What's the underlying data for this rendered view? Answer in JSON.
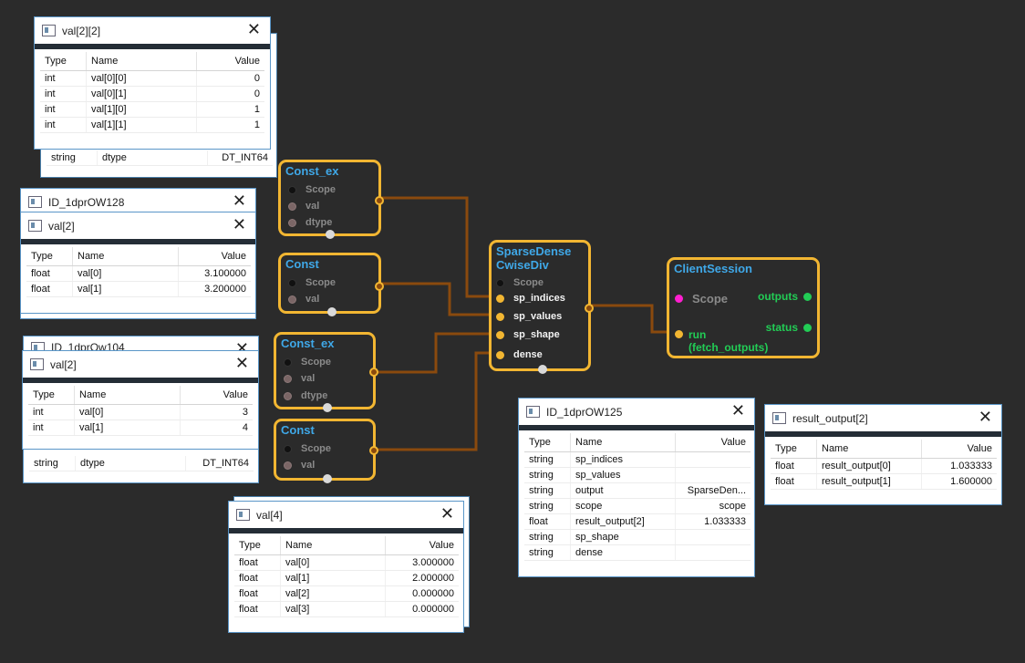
{
  "windows": {
    "w1": {
      "title": "val[2][2]",
      "headers": [
        "Type",
        "Name",
        "Value"
      ],
      "rows": [
        [
          "int",
          "val[0][0]",
          "0"
        ],
        [
          "int",
          "val[0][1]",
          "0"
        ],
        [
          "int",
          "val[1][0]",
          "1"
        ],
        [
          "int",
          "val[1][1]",
          "1"
        ]
      ]
    },
    "w1_back": {
      "rows": [
        [
          "string",
          "dtype",
          "DT_INT64"
        ]
      ]
    },
    "w2_back": {
      "title": "ID_1dprOW128"
    },
    "w2": {
      "title": "val[2]",
      "headers": [
        "Type",
        "Name",
        "Value"
      ],
      "rows": [
        [
          "float",
          "val[0]",
          "3.100000"
        ],
        [
          "float",
          "val[1]",
          "3.200000"
        ]
      ]
    },
    "w3_back": {
      "title": "ID_1dprOw104",
      "rows": [
        [
          "string",
          "dtype",
          "DT_INT64"
        ]
      ]
    },
    "w3": {
      "title": "val[2]",
      "headers": [
        "Type",
        "Name",
        "Value"
      ],
      "rows": [
        [
          "int",
          "val[0]",
          "3"
        ],
        [
          "int",
          "val[1]",
          "4"
        ]
      ]
    },
    "w4": {
      "title": "val[4]",
      "headers": [
        "Type",
        "Name",
        "Value"
      ],
      "rows": [
        [
          "float",
          "val[0]",
          "3.000000"
        ],
        [
          "float",
          "val[1]",
          "2.000000"
        ],
        [
          "float",
          "val[2]",
          "0.000000"
        ],
        [
          "float",
          "val[3]",
          "0.000000"
        ]
      ]
    },
    "w5": {
      "title": "ID_1dprOW125",
      "headers": [
        "Type",
        "Name",
        "Value"
      ],
      "rows": [
        [
          "string",
          "sp_indices",
          ""
        ],
        [
          "string",
          "sp_values",
          ""
        ],
        [
          "string",
          "output",
          "SparseDen..."
        ],
        [
          "string",
          "scope",
          "scope"
        ],
        [
          "float",
          "result_output[2]",
          "1.033333"
        ],
        [
          "string",
          "sp_shape",
          ""
        ],
        [
          "string",
          "dense",
          ""
        ]
      ]
    },
    "w6": {
      "title": "result_output[2]",
      "headers": [
        "Type",
        "Name",
        "Value"
      ],
      "rows": [
        [
          "float",
          "result_output[0]",
          "1.033333"
        ],
        [
          "float",
          "result_output[1]",
          "1.600000"
        ]
      ]
    }
  },
  "nodes": {
    "const_ex_1": {
      "title": "Const_ex",
      "ports": [
        "Scope",
        "val",
        "dtype"
      ]
    },
    "const_1": {
      "title": "Const",
      "ports": [
        "Scope",
        "val"
      ]
    },
    "const_ex_2": {
      "title": "Const_ex",
      "ports": [
        "Scope",
        "val",
        "dtype"
      ]
    },
    "const_2": {
      "title": "Const",
      "ports": [
        "Scope",
        "val"
      ]
    },
    "sparse": {
      "title_line1": "SparseDense",
      "title_line2": "CwiseDiv",
      "ports": [
        "Scope",
        "sp_indices",
        "sp_values",
        "sp_shape",
        "dense"
      ]
    },
    "session": {
      "title": "ClientSession",
      "scope": "Scope",
      "outputs": "outputs",
      "status": "status",
      "run": "run",
      "fetch": "(fetch_outputs)"
    }
  },
  "colors": {
    "background": "#2b2b2b",
    "node_border": "#f2b632",
    "node_title": "#3fa8e8",
    "wire": "#8a4a0e",
    "output_port": "#22cc55",
    "scope_port": "#ff1fd0"
  }
}
